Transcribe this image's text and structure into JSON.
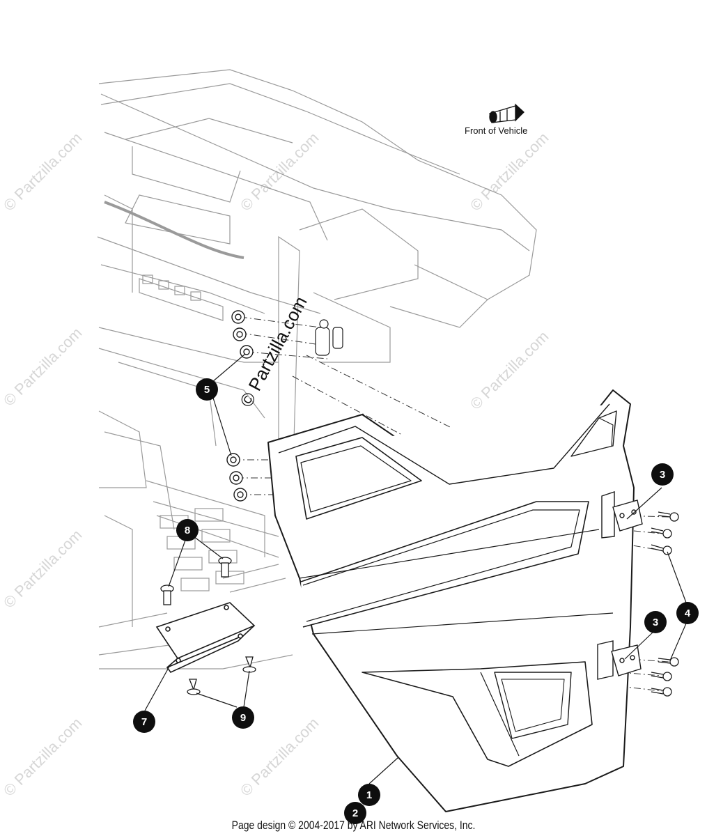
{
  "watermark": {
    "main": "© Partzilla.com",
    "repeat": "© Partzilla.com"
  },
  "orientation": {
    "label": "Front of Vehicle",
    "icon": "arrow-icon"
  },
  "callouts": [
    {
      "id": "c1",
      "number": "1"
    },
    {
      "id": "c2",
      "number": "2"
    },
    {
      "id": "c3a",
      "number": "3"
    },
    {
      "id": "c3b",
      "number": "3"
    },
    {
      "id": "c4",
      "number": "4"
    },
    {
      "id": "c5",
      "number": "5"
    },
    {
      "id": "c7",
      "number": "7"
    },
    {
      "id": "c8",
      "number": "8"
    },
    {
      "id": "c9",
      "number": "9"
    }
  ],
  "footer": {
    "text": "Page design © 2004-2017 by ARI Network Services, Inc."
  },
  "colors": {
    "line": "#1a1a1a",
    "light_line": "#9a9a9a",
    "callout": "#0e0e0e"
  }
}
